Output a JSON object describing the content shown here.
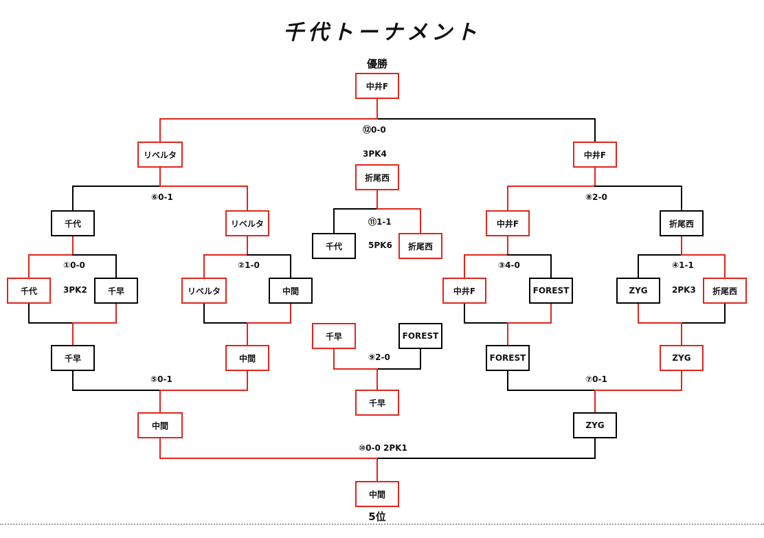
{
  "title": "千代トーナメント",
  "champion_label": "優勝",
  "fifth_label": "5位",
  "colors": {
    "winner_line": "#e0241b",
    "loser_line": "#000000"
  },
  "teams": {
    "final_winner": "中井F",
    "final_left": "リベルタ",
    "final_right": "中井F",
    "third_winner": "折尾西",
    "third_left": "千代",
    "third_right": "折尾西",
    "semi_left_a": "千代",
    "semi_left_b": "リベルタ",
    "semi_right_a": "中井F",
    "semi_right_b": "折尾西",
    "r1_m1_a": "千代",
    "r1_m1_b": "千早",
    "r1_m2_a": "リベルタ",
    "r1_m2_b": "中間",
    "r1_m3_a": "中井F",
    "r1_m3_b": "FOREST",
    "r1_m4_a": "ZYG",
    "r1_m4_b": "折尾西",
    "loser_left_a": "千早",
    "loser_left_b": "中間",
    "loser_right_a": "FOREST",
    "loser_right_b": "ZYG",
    "m9_a": "千早",
    "m9_b": "FOREST",
    "m9_winner": "千早",
    "m5_winner": "中間",
    "m7_winner": "ZYG",
    "fifth_winner": "中間"
  },
  "scores": {
    "m1": "①0-0",
    "m1_pk": "3PK2",
    "m2": "②1-0",
    "m3": "③4-0",
    "m4": "④1-1",
    "m4_pk": "2PK3",
    "m5": "⑤0-1",
    "m6": "⑥0-1",
    "m7": "⑦0-1",
    "m8": "⑧2-0",
    "m9": "⑨2-0",
    "m10": "⑩0-0 2PK1",
    "m11": "⑪1-1",
    "m11_pk": "5PK6",
    "m12": "⑫0-0",
    "m12_pk": "3PK4"
  }
}
